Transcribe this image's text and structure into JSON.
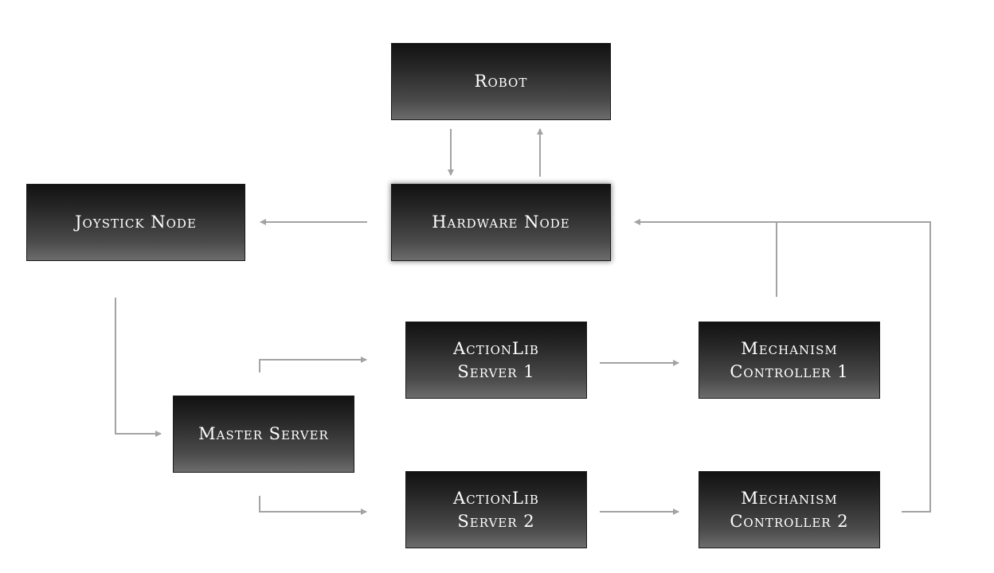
{
  "nodes": {
    "robot": "Robot",
    "hardware": "Hardware Node",
    "joystick": "Joystick Node",
    "actionlib1": "ActionLib\nServer 1",
    "mechanism1": "Mechanism\nController 1",
    "master": "Master Server",
    "actionlib2": "ActionLib\nServer 2",
    "mechanism2": "Mechanism\nController 2"
  },
  "colors": {
    "connector": "#a3a3a3",
    "node_top": "#121212",
    "node_bottom": "#6c6c6c",
    "node_text": "#ffffff"
  }
}
